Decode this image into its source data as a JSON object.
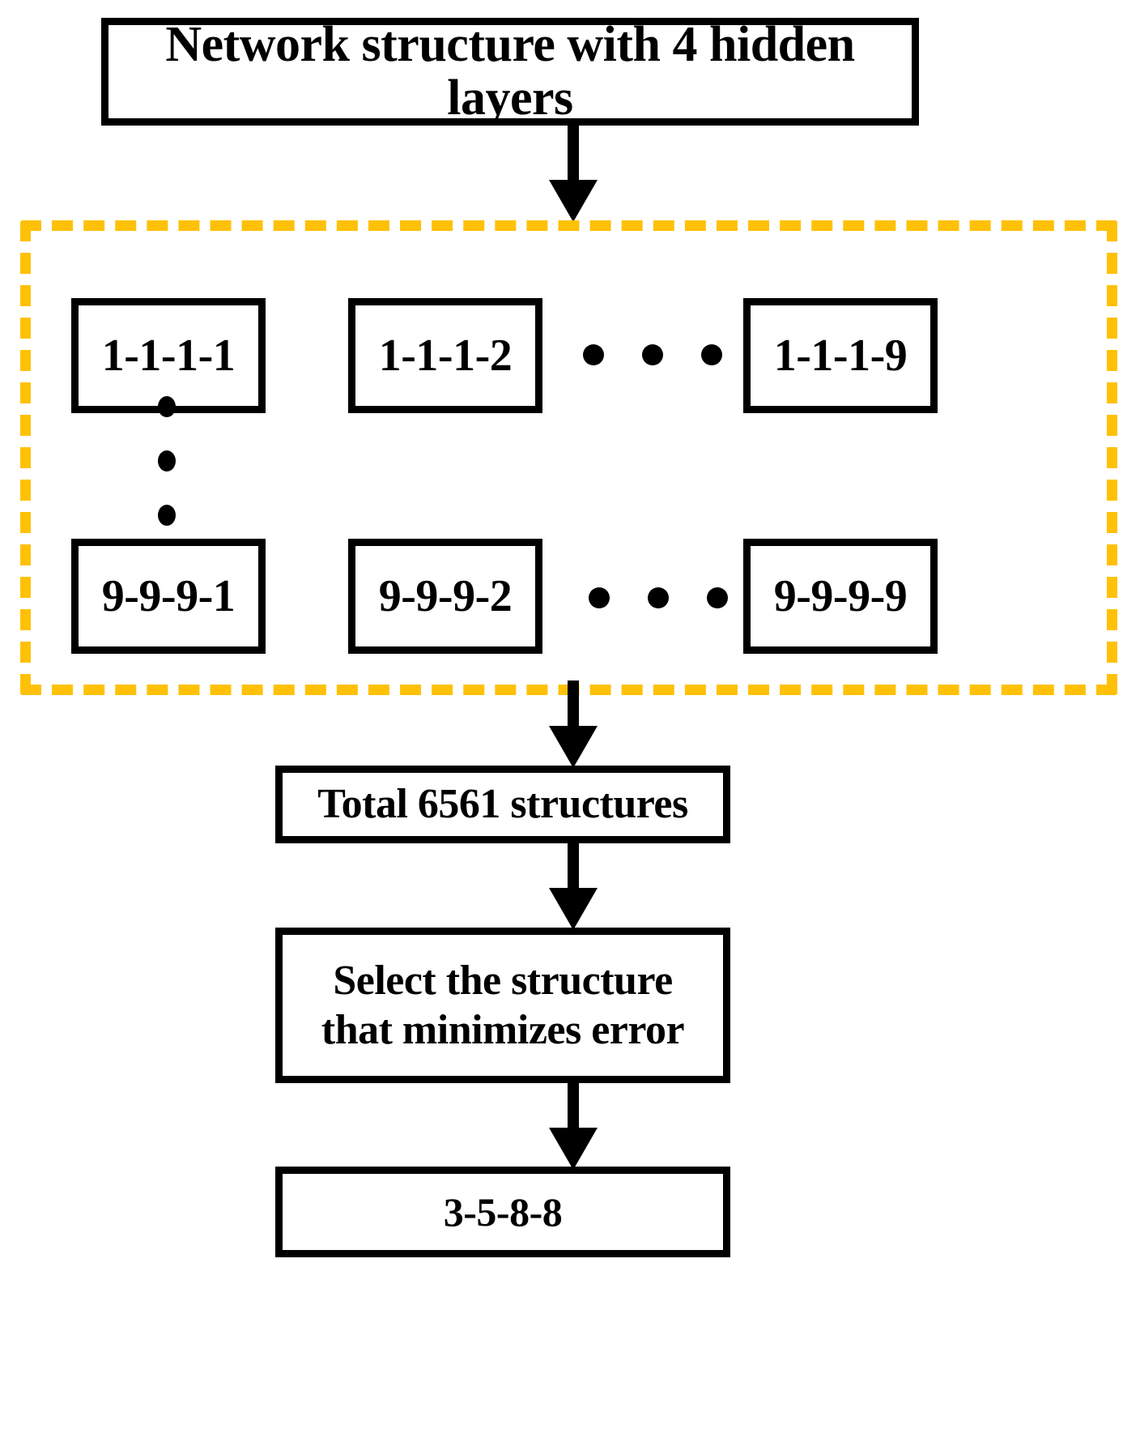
{
  "diagram": {
    "title_box": {
      "label": "Network structure with 4 hidden layers"
    },
    "search_space": {
      "row1": [
        {
          "label": "1-1-1-1"
        },
        {
          "label": "1-1-1-2"
        },
        {
          "label": "1-1-1-9"
        }
      ],
      "row2": [
        {
          "label": "9-9-9-1"
        },
        {
          "label": "9-9-9-2"
        },
        {
          "label": "9-9-9-9"
        }
      ],
      "horizontal_ellipsis": "• • •",
      "vertical_ellipsis": "•\n•\n•",
      "border_color": "#FFC107"
    },
    "total_box": {
      "label": "Total 6561 structures"
    },
    "select_box": {
      "line1": "Select the structure",
      "line2": "that minimizes error"
    },
    "result_box": {
      "label": "3-5-8-8"
    },
    "colors": {
      "stroke": "#000000",
      "background": "#FFFFFF",
      "accent_dashed": "#FFC107"
    }
  }
}
